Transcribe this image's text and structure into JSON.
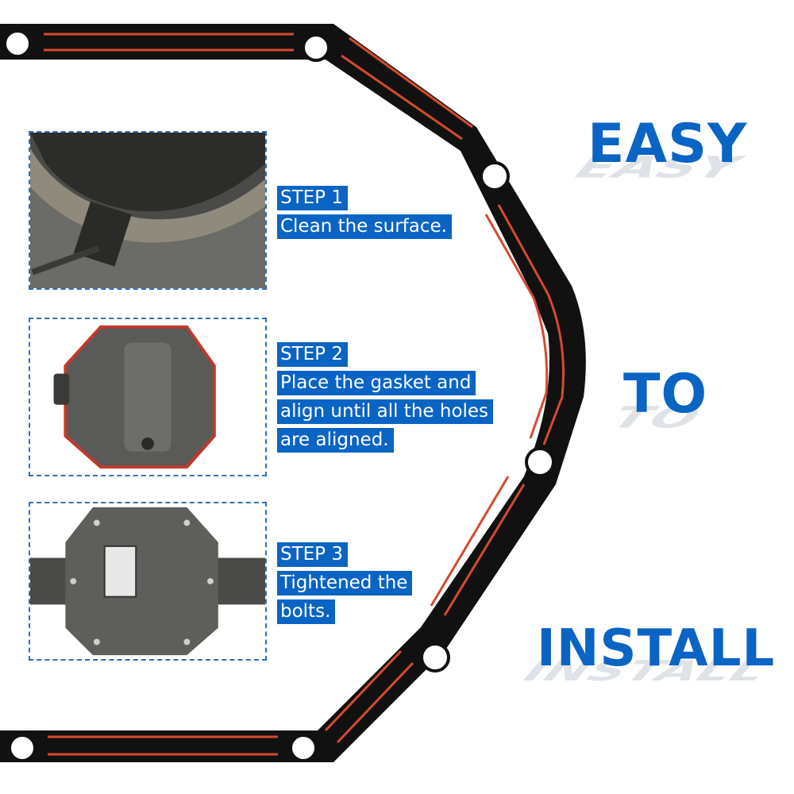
{
  "headline": {
    "word_1": "EASY",
    "word_2": "TO",
    "word_3": "INSTALL"
  },
  "steps": [
    {
      "title": "STEP 1",
      "lines": [
        "Clean the surface."
      ]
    },
    {
      "title": "STEP 2",
      "lines": [
        "Place the gasket and",
        "align until all the holes",
        "are aligned."
      ]
    },
    {
      "title": "STEP 3",
      "lines": [
        "Tightened the",
        "bolts."
      ]
    }
  ],
  "colors": {
    "accent": "#0a64c4",
    "gasket": "#111111",
    "bead": "#d64a2f",
    "panel_border": "#2f6fb7"
  }
}
